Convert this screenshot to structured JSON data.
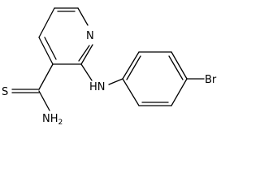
{
  "molecule": {
    "labels": {
      "ring_nitrogen": "N",
      "amine": "HN",
      "thione_sulfur": "S",
      "amide_nitrogen": "NH",
      "amide_subscript": "2",
      "bromine": "Br"
    },
    "colors": {
      "bond": "#000000",
      "text": "#000000",
      "background": "#ffffff"
    }
  }
}
